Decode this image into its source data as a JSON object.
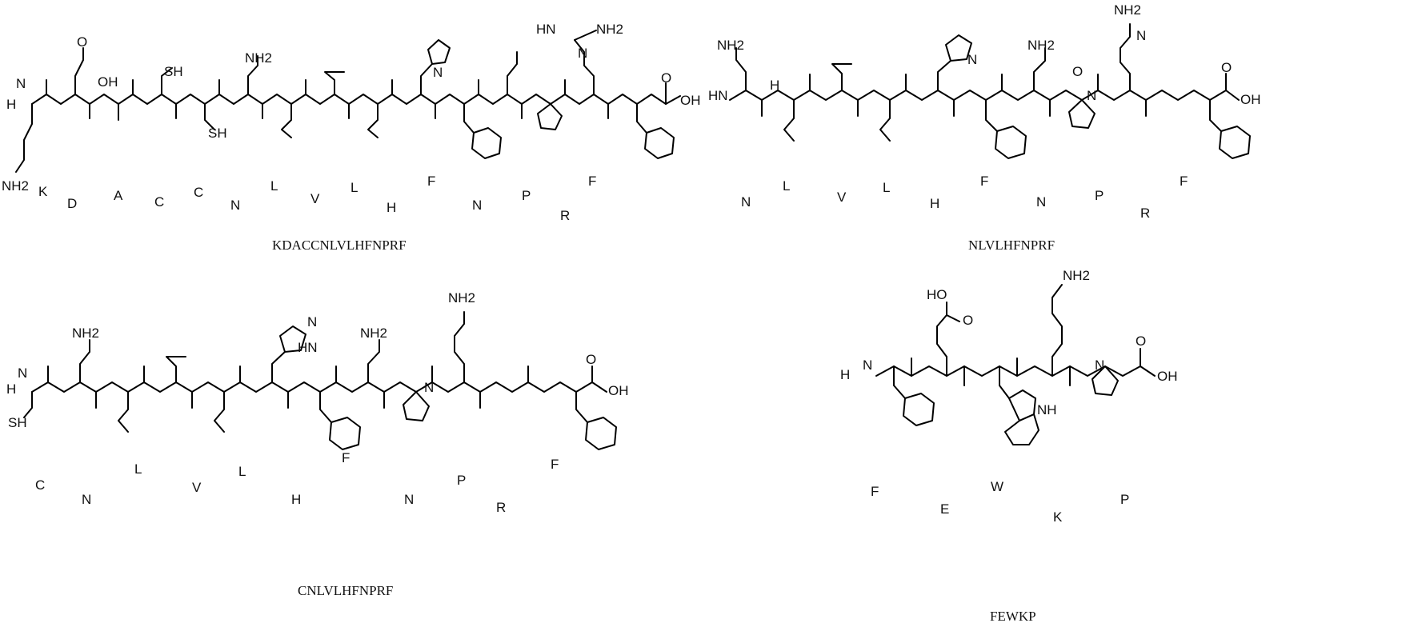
{
  "structures": [
    {
      "sequence": "KDACCNLVLHFNPRF",
      "residues": [
        "K",
        "D",
        "A",
        "C",
        "C",
        "N",
        "L",
        "V",
        "L",
        "H",
        "F",
        "N",
        "P",
        "R",
        "F"
      ],
      "groups": [
        "H",
        "N",
        "NH2",
        "OH",
        "O",
        "SH",
        "SH",
        "NH2",
        "N",
        "HN",
        "NH2",
        "N",
        "O",
        "OH"
      ]
    },
    {
      "sequence": "NLVLHFNPRF",
      "residues": [
        "N",
        "L",
        "V",
        "L",
        "H",
        "F",
        "N",
        "P",
        "R",
        "F"
      ],
      "groups": [
        "HN",
        "NH2",
        "H",
        "N",
        "NH2",
        "O",
        "NH2",
        "N",
        "N",
        "OH",
        "O"
      ]
    },
    {
      "sequence": "CNLVLHFNPRF",
      "residues": [
        "C",
        "N",
        "L",
        "V",
        "L",
        "H",
        "F",
        "N",
        "P",
        "R",
        "F"
      ],
      "groups": [
        "H",
        "N",
        "SH",
        "NH2",
        "HN",
        "NH2",
        "N",
        "N",
        "NH2",
        "OH",
        "O"
      ]
    },
    {
      "sequence": "FEWKP",
      "residues": [
        "F",
        "E",
        "W",
        "K",
        "P"
      ],
      "groups": [
        "H",
        "N",
        "HO",
        "O",
        "NH2",
        "NH",
        "N",
        "OH",
        "O"
      ]
    }
  ]
}
